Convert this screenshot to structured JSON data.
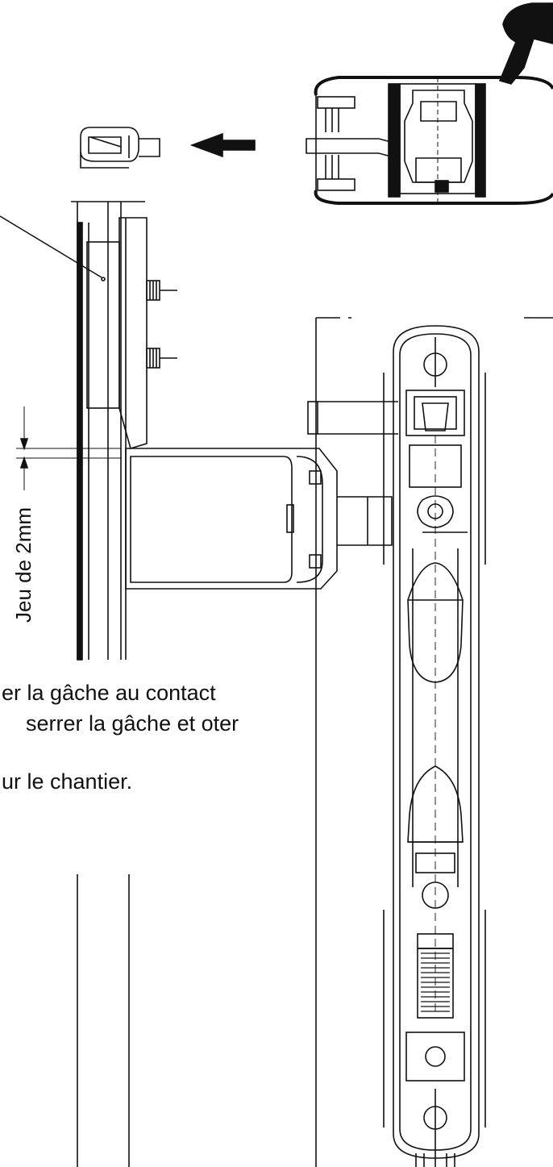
{
  "dimension_label": "Jeu de 2mm",
  "instructions": {
    "line1": "er la gâche au contact",
    "line2": "serrer la gâche et oter",
    "line3": "ur le chantier."
  },
  "icons": [
    "arrow-left-icon",
    "spring-icon",
    "handle-icon"
  ],
  "colors": {
    "ink": "#111111",
    "background": "#ffffff"
  }
}
